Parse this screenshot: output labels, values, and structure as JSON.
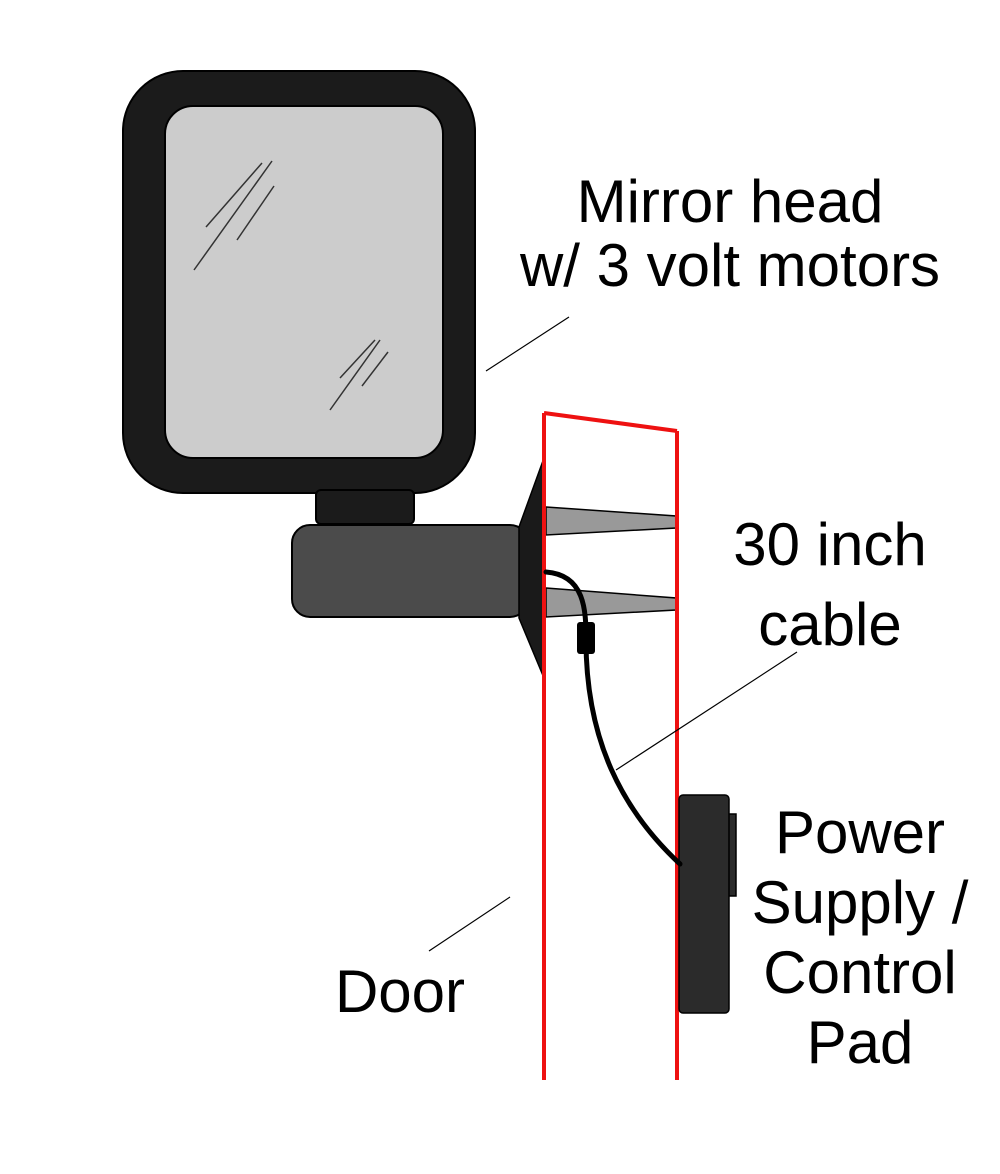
{
  "labels": {
    "mirror_head": [
      "Mirror head",
      "w/ 3 volt motors"
    ],
    "cable": [
      "30 inch",
      "cable"
    ],
    "door": "Door",
    "power_supply": [
      "Power",
      "Supply /",
      "Control",
      "Pad"
    ]
  },
  "colors": {
    "door_outline": "#ee1111",
    "mirror_frame": "#1b1b1b",
    "mirror_glass": "#cccccc",
    "arm": "#4b4b4b",
    "mount_post": "#999999",
    "cable": "#000000",
    "control_box": "#2b2b2b",
    "leader_line": "#000000"
  }
}
